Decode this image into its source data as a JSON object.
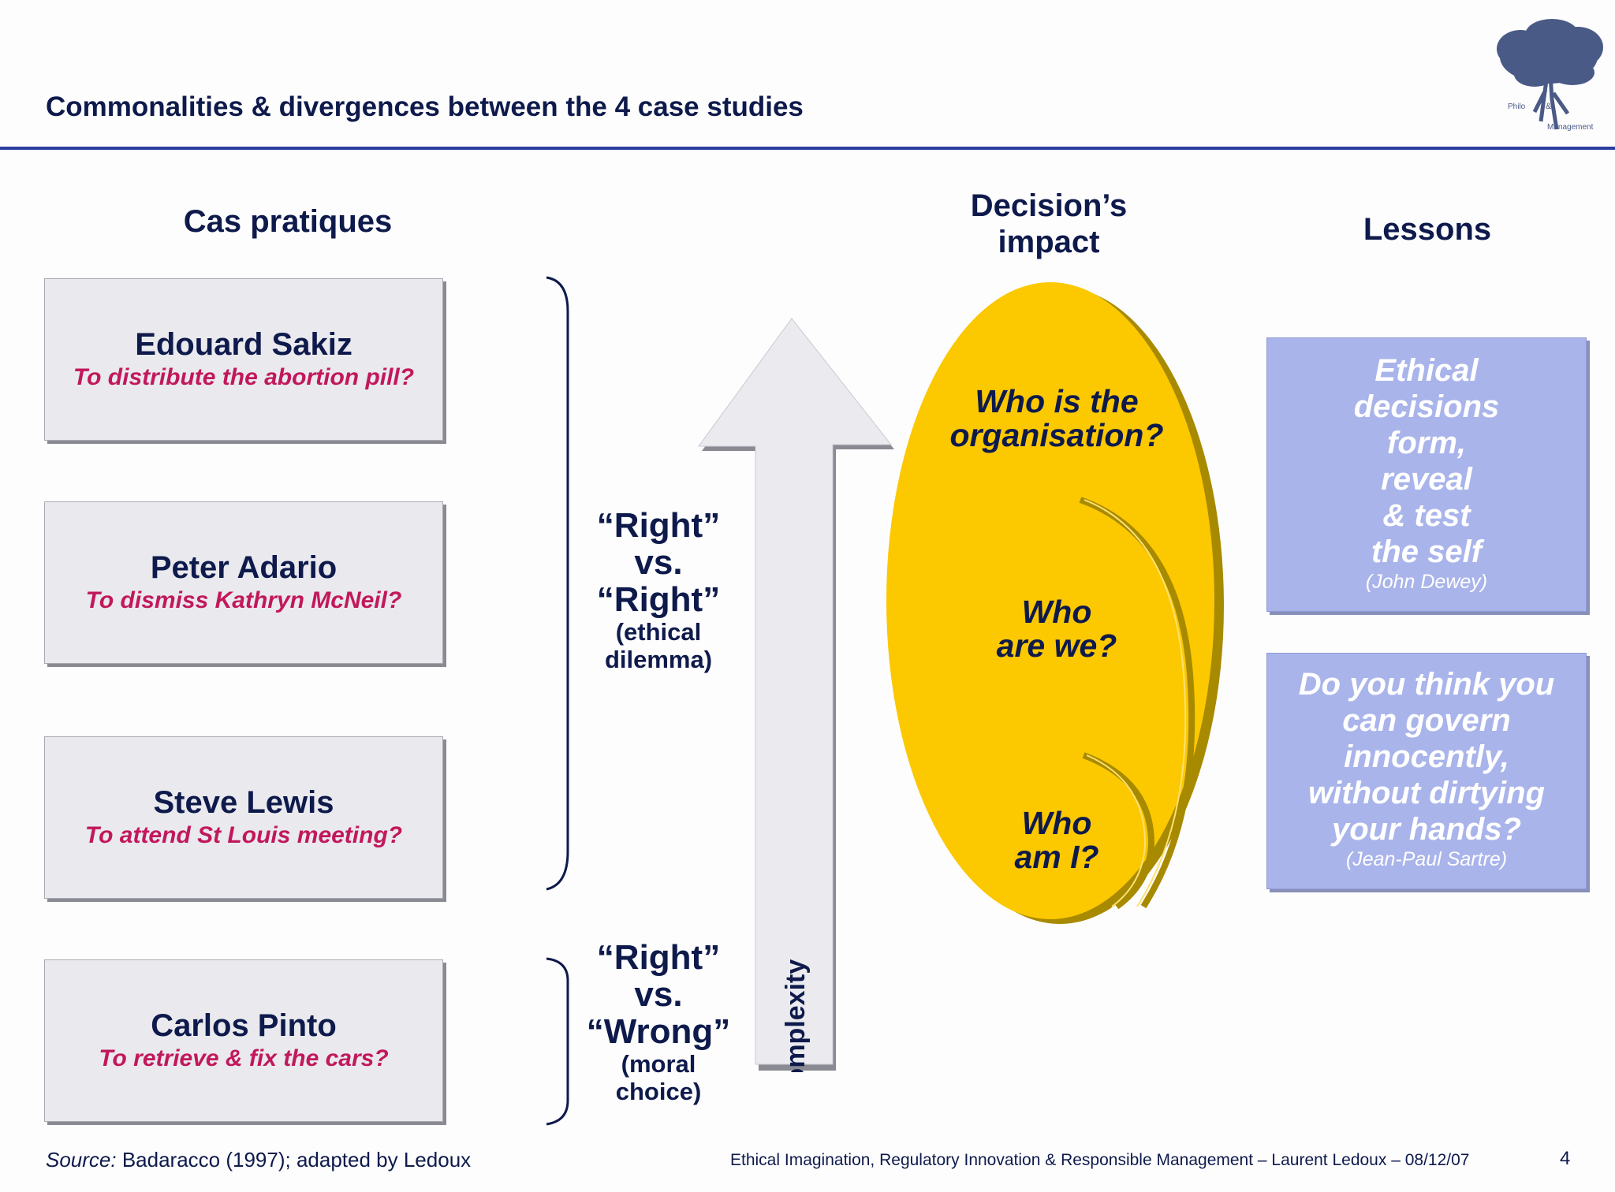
{
  "header": {
    "title": "Commonalities & divergences between the 4 case studies",
    "logo": {
      "icon": "tree-logo-icon",
      "text_top": "Philo",
      "text_amp": "&",
      "text_bottom": "Management"
    }
  },
  "columns": {
    "cases_heading": "Cas pratiques",
    "impact_heading_line1": "Decision’s",
    "impact_heading_line2": "impact",
    "lessons_heading": "Lessons"
  },
  "cases": [
    {
      "name": "Edouard Sakiz",
      "question": "To distribute the abortion pill?"
    },
    {
      "name": "Peter Adario",
      "question": "To dismiss Kathryn McNeil?"
    },
    {
      "name": "Steve Lewis",
      "question": "To attend St Louis meeting?"
    },
    {
      "name": "Carlos Pinto",
      "question": "To retrieve & fix the cars?"
    }
  ],
  "dilemma_groups": [
    {
      "line1": "“Right”",
      "line2": "vs.",
      "line3": "“Right”",
      "note1": "(ethical",
      "note2": "dilemma)"
    },
    {
      "line1": "“Right”",
      "line2": "vs.",
      "line3": "“Wrong”",
      "note1": "(moral",
      "note2": "choice)"
    }
  ],
  "arrow": {
    "label": "Complexity"
  },
  "impact_oval": {
    "outer": {
      "line1": "Who is the",
      "line2": "organisation?"
    },
    "middle": {
      "line1": "Who",
      "line2": "are we?"
    },
    "inner": {
      "line1": "Who",
      "line2": "am I?"
    },
    "fill_color": "#fcc800"
  },
  "lessons": [
    {
      "lines": [
        "Ethical",
        "decisions",
        "form,",
        "reveal",
        "& test",
        "the self"
      ],
      "source": "(John Dewey)"
    },
    {
      "lines": [
        "Do you think you",
        "can govern",
        "innocently,",
        "without dirtying",
        "your hands?"
      ],
      "source": "(Jean-Paul Sartre)"
    }
  ],
  "footer": {
    "source_label": "Source:",
    "source_text": " Badaracco (1997); adapted by Ledoux",
    "text": "Ethical Imagination, Regulatory Innovation & Responsible Management – Laurent Ledoux  –  08/12/07",
    "page": "4"
  }
}
